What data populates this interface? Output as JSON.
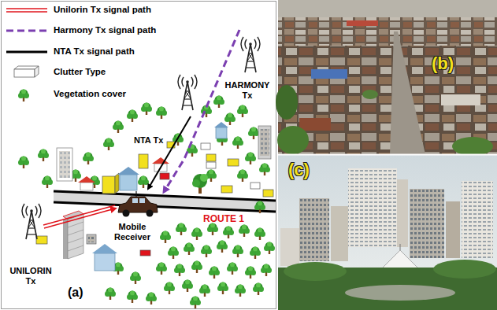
{
  "diagram": {
    "labels": [
      "NTA Tx",
      "HARMONY Tx",
      "ROUTE 1",
      "Mobile Receiver",
      "UNILORIN Tx",
      "(a)",
      "(b)",
      "(c)"
    ],
    "legend": [
      {
        "text": "Unilorin Tx signal path"
      },
      {
        "text": "Harmony Tx signal path"
      },
      {
        "text": "NTA Tx signal path"
      },
      {
        "text": "Clutter Type"
      },
      {
        "text": "Vegetation cover"
      }
    ]
  }
}
